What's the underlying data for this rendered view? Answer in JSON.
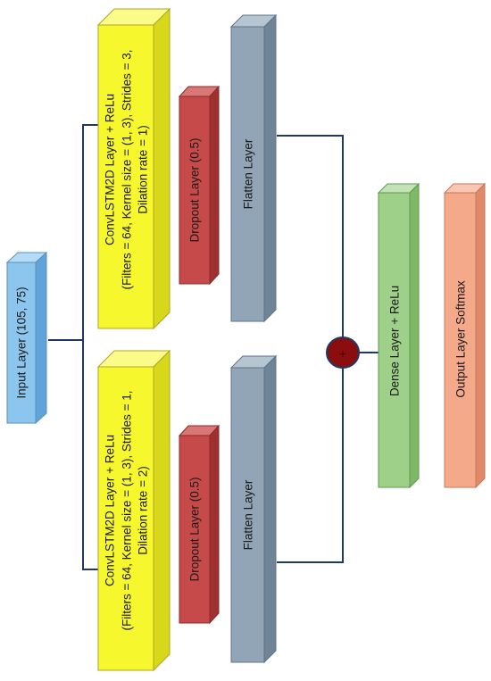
{
  "input_layer": {
    "label": "Input Layer (105, 75)"
  },
  "branches": [
    {
      "conv_layer": {
        "line1": "ConvLSTM2D Layer + ReLu",
        "line2": "(Filters = 64, Kernel size = (1, 3), Strides = 3,",
        "line3": "Dilation rate = 1)"
      },
      "dropout_layer": {
        "label": "Dropout Layer (0.5)"
      },
      "flatten_layer": {
        "label": "Flatten Layer"
      }
    },
    {
      "conv_layer": {
        "line1": "ConvLSTM2D Layer + ReLu",
        "line2": "(Filters = 64, Kernel size = (1, 3), Strides = 1,",
        "line3": "Dilation rate = 2)"
      },
      "dropout_layer": {
        "label": "Dropout Layer (0.5)"
      },
      "flatten_layer": {
        "label": "Flatten Layer"
      }
    }
  ],
  "concat_node": {
    "symbol": "+"
  },
  "dense_layer": {
    "label": "Dense Layer  + ReLu"
  },
  "output_layer": {
    "label": "Output Layer Softmax"
  },
  "colors": {
    "input": "#8cc6ee",
    "conv": "#f7f72e",
    "dropout": "#c64a4a",
    "flatten": "#91a5b6",
    "dense": "#9fd08a",
    "output": "#f4a98b",
    "connector": "#1f3864",
    "concat_fill": "#8b0d0d"
  }
}
